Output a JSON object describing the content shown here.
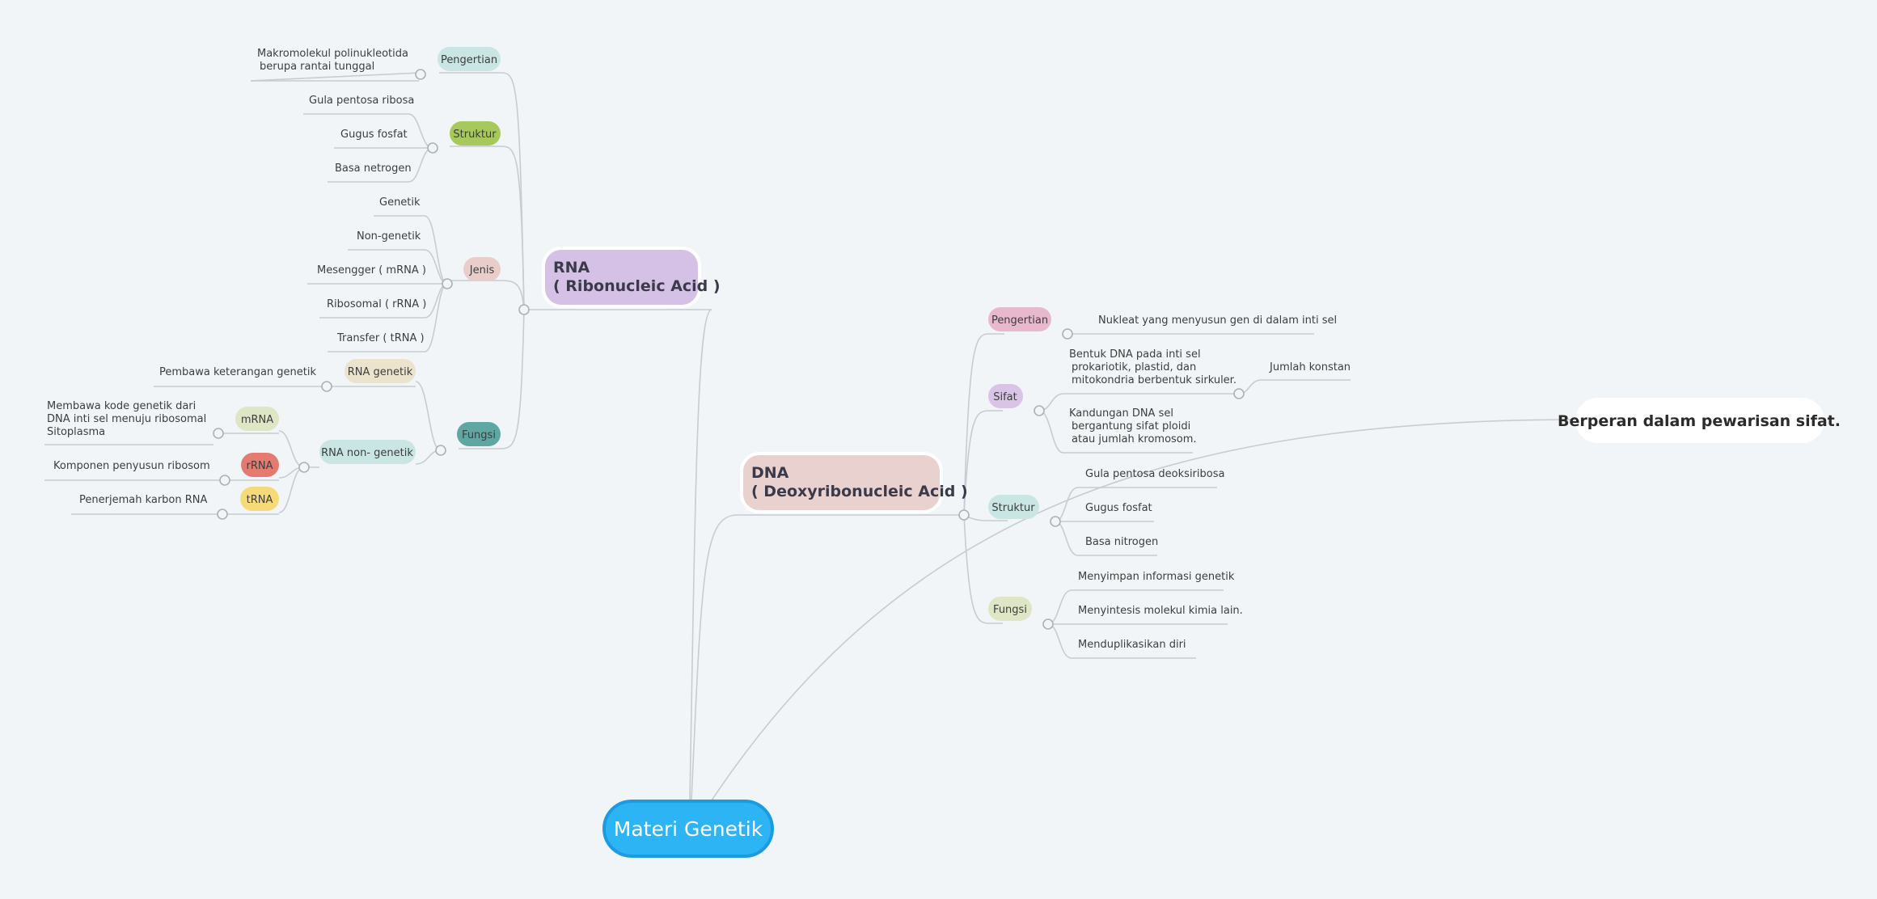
{
  "root": {
    "label": "Materi Genetik",
    "color": "#2db4f5",
    "border": "#1b9be0"
  },
  "floating": {
    "label": "Berperan dalam pewarisan sifat."
  },
  "rna": {
    "title_line1": "RNA",
    "title_line2": "( Ribonucleic Acid )",
    "color": "#d5c1e5",
    "pengertian": {
      "label": "Pengertian",
      "color": "#c9e6e4",
      "desc_line1": "Makromolekul polinukleotida",
      "desc_line2": "berupa rantai tunggal"
    },
    "struktur": {
      "label": "Struktur",
      "color": "#a7c95b",
      "items": [
        "Gula pentosa ribosa",
        "Gugus fosfat",
        "Basa netrogen"
      ]
    },
    "jenis": {
      "label": "Jenis",
      "color": "#e9cdcb",
      "items": [
        "Genetik",
        "Non-genetik",
        "Mesengger ( mRNA )",
        "Ribosomal ( rRNA )",
        "Transfer ( tRNA )"
      ]
    },
    "fungsi": {
      "label": "Fungsi",
      "color": "#5ea7a3",
      "rna_genetik": {
        "label": "RNA genetik",
        "color": "#ebe3cc",
        "desc": "Pembawa keterangan genetik"
      },
      "rna_non_genetik": {
        "label": "RNA non- genetik",
        "color": "#c9e6e4",
        "mrna": {
          "label": "mRNA",
          "color": "#dfe6c6",
          "desc_line1": "Membawa kode genetik dari",
          "desc_line2": "DNA inti sel menuju ribosomal",
          "desc_line3": "Sitoplasma"
        },
        "rrna": {
          "label": "rRNA",
          "color": "#e57b70",
          "desc": "Komponen penyusun ribosom"
        },
        "trna": {
          "label": "tRNA",
          "color": "#f6da77",
          "desc": "Penerjemah karbon RNA"
        }
      }
    }
  },
  "dna": {
    "title_line1": "DNA",
    "title_line2": "( Deoxyribonucleic Acid )",
    "color": "#e9d1cf",
    "pengertian": {
      "label": "Pengertian",
      "color": "#e8b9cd",
      "desc": "Nukleat yang menyusun gen di dalam inti sel"
    },
    "sifat": {
      "label": "Sifat",
      "color": "#d9c3e6",
      "item1_line1": "Bentuk DNA pada inti sel",
      "item1_line2": "prokariotik, plastid, dan",
      "item1_line3": "mitokondria berbentuk sirkuler.",
      "item1_child": "Jumlah konstan",
      "item2_line1": "Kandungan DNA sel",
      "item2_line2": "bergantung sifat ploidi",
      "item2_line3": "atau jumlah kromosom."
    },
    "struktur": {
      "label": "Struktur",
      "color": "#c9e6e4",
      "items": [
        "Gula pentosa deoksiribosa",
        "Gugus fosfat",
        "Basa nitrogen"
      ]
    },
    "fungsi": {
      "label": "Fungsi",
      "color": "#dfe6c6",
      "items": [
        "Menyimpan informasi genetik",
        "Menyintesis molekul kimia lain.",
        "Menduplikasikan diri"
      ]
    }
  }
}
